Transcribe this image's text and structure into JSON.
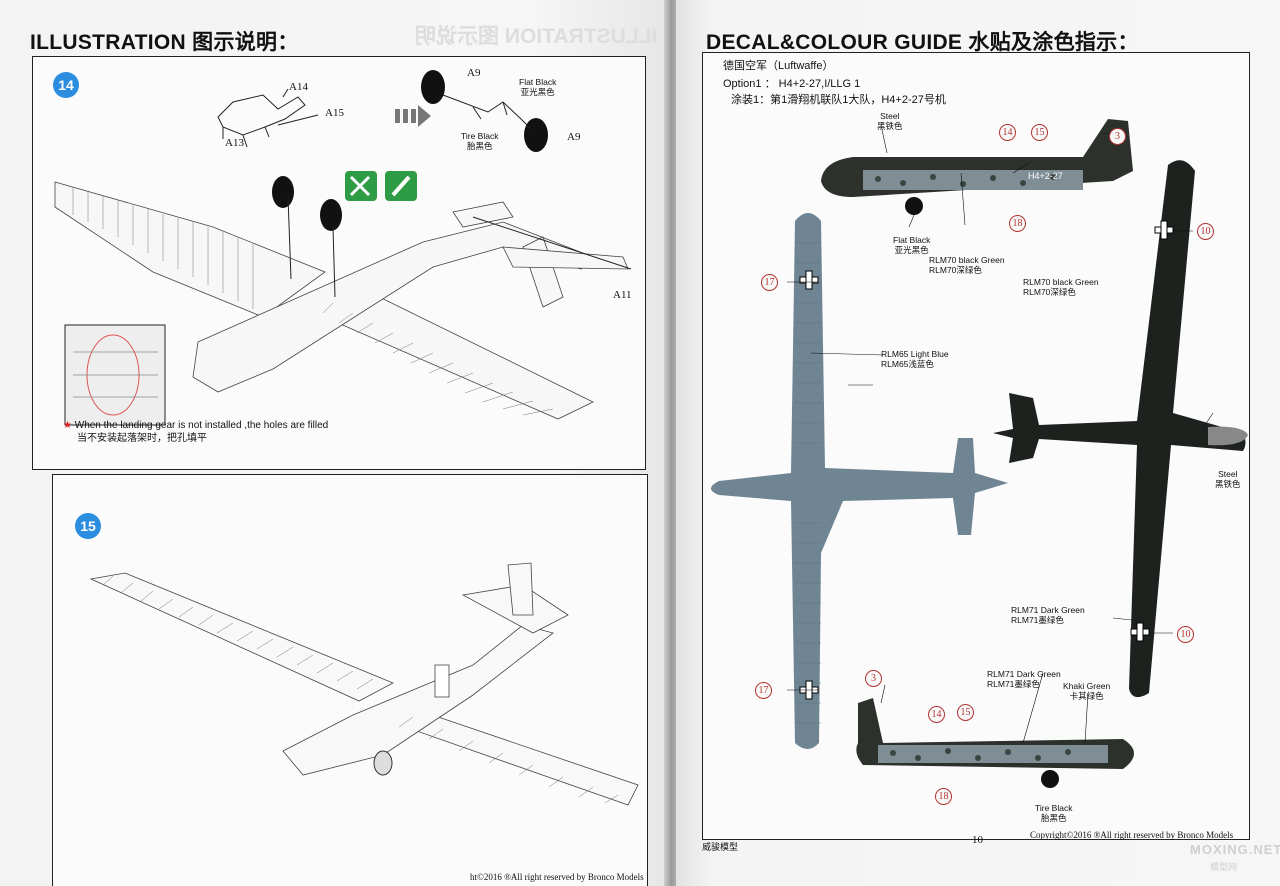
{
  "left_page": {
    "heading": "ILLUSTRATION 图示说明：",
    "step14": {
      "number": "14",
      "parts": {
        "a9_top": "A9",
        "a9_bottom": "A9",
        "a14": "A14",
        "a15": "A15",
        "a13": "A13",
        "a11": "A11"
      },
      "labels": {
        "flat_black": "Flat Black",
        "flat_black_cn": "亚光黑色",
        "tire_black": "Tire Black",
        "tire_black_cn": "胎黑色"
      },
      "note_en": "When the landing gear is not installed ,the holes are filled",
      "note_cn": "当不安装起落架时，把孔填平",
      "star": "★"
    },
    "step15": {
      "number": "15"
    },
    "footer": "ht©2016  ®All right reserved by Bronco Models"
  },
  "right_page": {
    "heading": "DECAL&COLOUR GUIDE 水贴及涂色指示：",
    "country": "德国空军（Luftwaffe）",
    "option_en": "Option1 ：  H4+2-27,I/LLG 1",
    "option_cn": "涂装1：第1滑翔机联队1大队，H4+2-27号机",
    "fuselage_code": "H4+2-27",
    "decal_numbers": {
      "n3": "3",
      "n10": "10",
      "n14": "14",
      "n15": "15",
      "n17": "17",
      "n18": "18"
    },
    "colors": {
      "steel": "Steel",
      "steel_cn": "黑铁色",
      "flat_black": "Flat Black",
      "flat_black_cn": "亚光黑色",
      "rlm70": "RLM70 black Green",
      "rlm70_cn": "RLM70深绿色",
      "rlm65": "RLM65 Light Blue",
      "rlm65_cn": "RLM65浅蓝色",
      "rlm71": "RLM71 Dark Green",
      "rlm71_cn": "RLM71墨绿色",
      "khaki": "Khaki Green",
      "khaki_cn": "卡其绿色",
      "tire_black": "Tire Black",
      "tire_black_cn": "胎黑色"
    },
    "footer_left": "威骏模型",
    "page_number": "10",
    "footer_right": "Copyright©2016  ®All right reserved by Bronco Models",
    "watermark": "MOXING.NET",
    "watermark_cn": "模型网"
  },
  "palette": {
    "rlm65": "#6f8593",
    "rlm70": "#1f2421",
    "rlm71": "#2a2f28",
    "badge": "#2a8de0",
    "decal_ring": "#b2332f"
  }
}
